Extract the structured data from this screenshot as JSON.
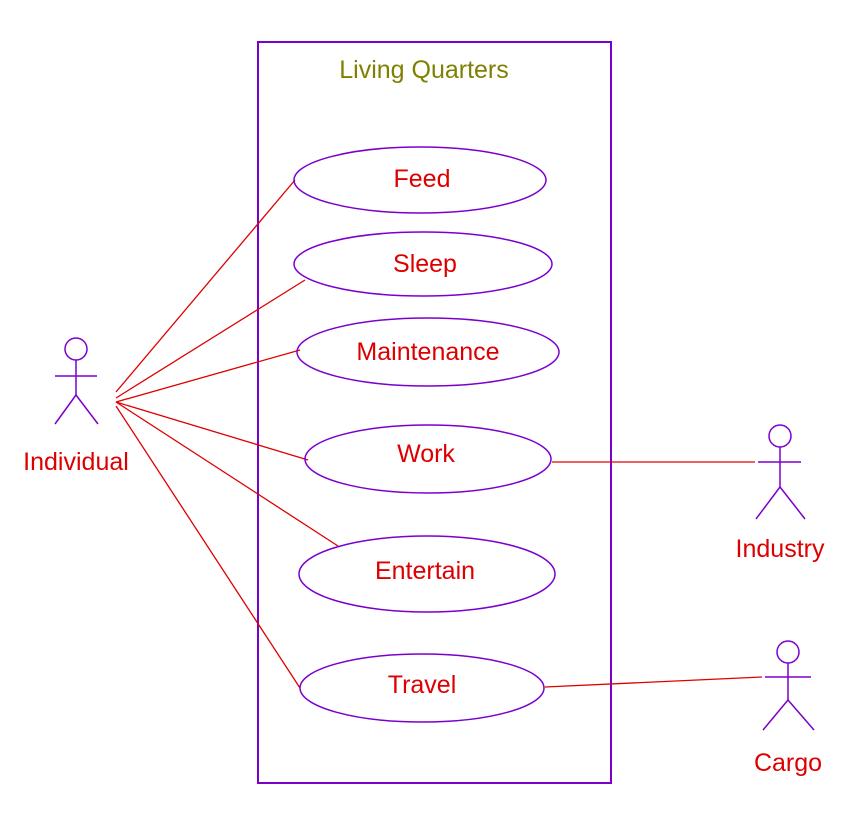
{
  "diagram": {
    "type": "use-case",
    "system": {
      "name": "Living Quarters"
    },
    "use_cases": [
      {
        "id": "feed",
        "label": "Feed"
      },
      {
        "id": "sleep",
        "label": "Sleep"
      },
      {
        "id": "maintenance",
        "label": "Maintenance"
      },
      {
        "id": "work",
        "label": "Work"
      },
      {
        "id": "entertain",
        "label": "Entertain"
      },
      {
        "id": "travel",
        "label": "Travel"
      }
    ],
    "actors": [
      {
        "id": "individual",
        "label": "Individual"
      },
      {
        "id": "industry",
        "label": "Industry"
      },
      {
        "id": "cargo",
        "label": "Cargo"
      }
    ],
    "associations": [
      {
        "from": "individual",
        "to": "feed"
      },
      {
        "from": "individual",
        "to": "sleep"
      },
      {
        "from": "individual",
        "to": "maintenance"
      },
      {
        "from": "individual",
        "to": "work"
      },
      {
        "from": "individual",
        "to": "entertain"
      },
      {
        "from": "individual",
        "to": "travel"
      },
      {
        "from": "industry",
        "to": "work"
      },
      {
        "from": "cargo",
        "to": "travel"
      }
    ]
  },
  "colors": {
    "outline": "#7a00cc",
    "association_line": "#e00000",
    "use_case_text": "#dd0000",
    "actor_text": "#dd0000",
    "system_title": "#808000",
    "background": "#ffffff"
  }
}
